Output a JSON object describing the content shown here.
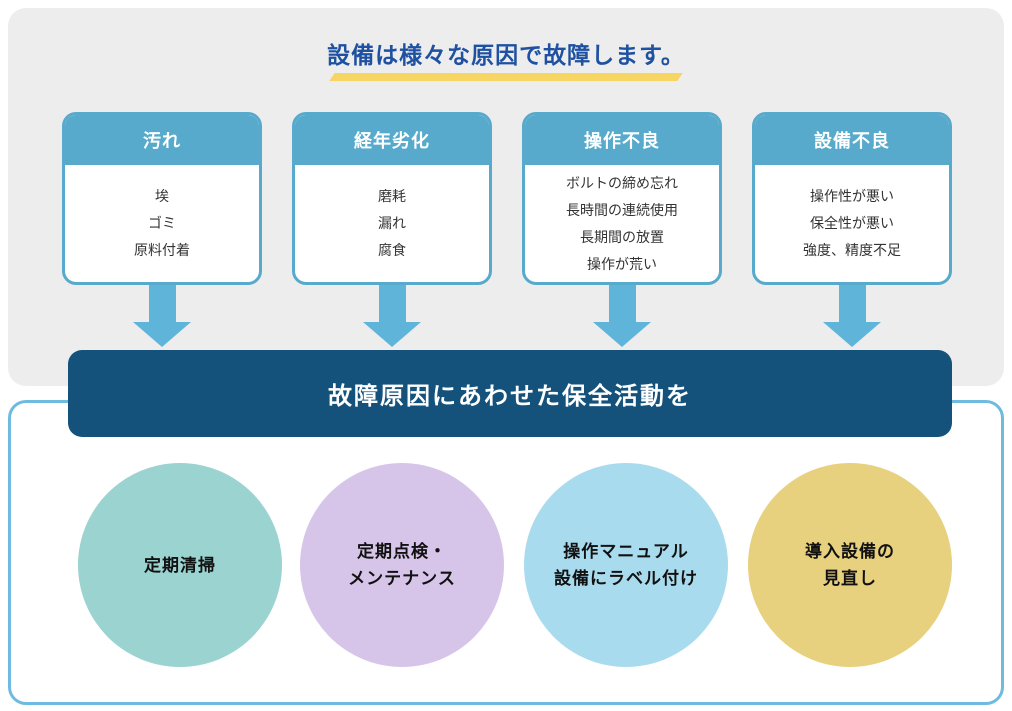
{
  "title": {
    "text": "設備は様々な原因で故障します。",
    "color": "#1E51A1",
    "underline_color": "#F6D563"
  },
  "cause_cards": [
    {
      "header": "汚れ",
      "items": [
        "埃",
        "ゴミ",
        "原料付着"
      ]
    },
    {
      "header": "経年劣化",
      "items": [
        "磨耗",
        "漏れ",
        "腐食"
      ]
    },
    {
      "header": "操作不良",
      "items": [
        "ボルトの締め忘れ",
        "長時間の連続使用",
        "長期間の放置",
        "操作が荒い"
      ]
    },
    {
      "header": "設備不良",
      "items": [
        "操作性が悪い",
        "保全性が悪い",
        "強度、精度不足"
      ]
    }
  ],
  "banner": {
    "text": "故障原因にあわせた保全活動を",
    "background": "#14527C"
  },
  "activities": [
    {
      "lines": [
        "定期清掃"
      ],
      "color": "#9BD3D1"
    },
    {
      "lines": [
        "定期点検・",
        "メンテナンス"
      ],
      "color": "#D7C5E9"
    },
    {
      "lines": [
        "操作マニュアル",
        "設備にラベル付け"
      ],
      "color": "#A9DBEE"
    },
    {
      "lines": [
        "導入設備の",
        "見直し"
      ],
      "color": "#E7D07E"
    }
  ],
  "colors": {
    "panel_gray": "#EDEDEE",
    "card_blue": "#57AACB",
    "arrow_blue": "#5FB4D9",
    "panel_border_blue": "#6FBBDF"
  }
}
